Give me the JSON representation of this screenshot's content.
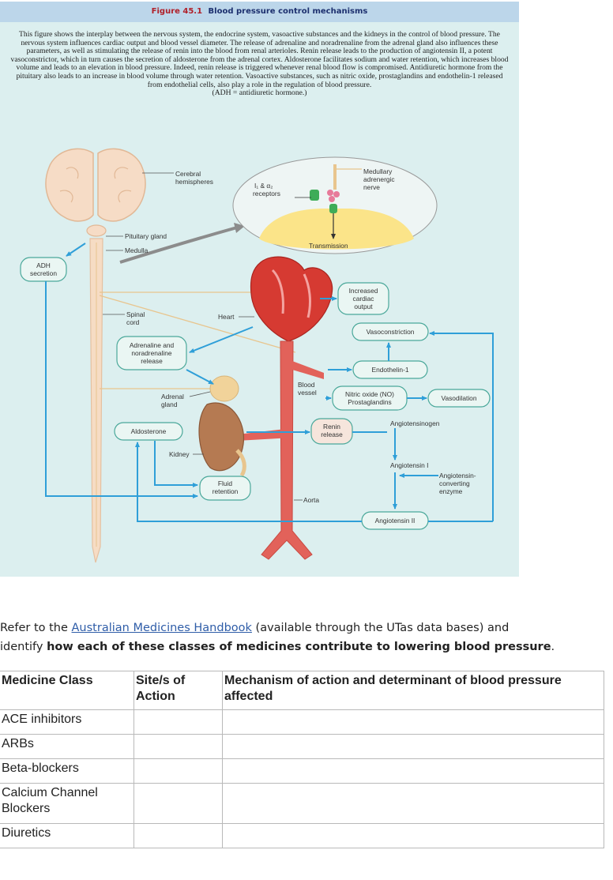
{
  "figure": {
    "number": "Figure 45.1",
    "title": "Blood pressure control mechanisms",
    "caption": "This figure shows the interplay between the nervous system, the endocrine system, vasoactive substances and the kidneys in the control of blood pressure. The nervous system influences cardiac output and blood vessel diameter. The release of adrenaline and noradrenaline from the adrenal gland also influences these parameters, as well as stimulating the release of renin into the blood from renal arterioles. Renin release leads to the production of angiotensin II, a potent vasoconstrictor, which in turn causes the secretion of aldosterone from the adrenal cortex. Aldosterone facilitates sodium and water retention, which increases blood volume and leads to an elevation in blood pressure. Indeed, renin release is triggered whenever renal blood flow is compromised. Antidiuretic hormone from the pituitary also leads to an increase in blood volume through water retention. Vasoactive substances, such as nitric oxide, prostaglandins and endothelin-1 released from endothelial cells, also play a role in the regulation of blood pressure.",
    "caption_note": "(ADH = antidiuretic hormone.)",
    "labels": {
      "cerebral_1": "Cerebral",
      "cerebral_2": "hemispheres",
      "pituitary": "Pituitary gland",
      "medulla": "Medulla",
      "adh_1": "ADH",
      "adh_2": "secretion",
      "spinal_1": "Spinal",
      "spinal_2": "cord",
      "heart": "Heart",
      "adren_rel_1": "Adrenaline and",
      "adren_rel_2": "noradrenaline",
      "adren_rel_3": "release",
      "adrenal_1": "Adrenal",
      "adrenal_2": "gland",
      "aldosterone": "Aldosterone",
      "kidney": "Kidney",
      "fluid_1": "Fluid",
      "fluid_2": "retention",
      "aorta": "Aorta",
      "receptors_1": "I₁ & α₂",
      "receptors_2": "receptors",
      "medullary_1": "Medullary",
      "medullary_2": "adrenergic",
      "medullary_3": "nerve",
      "transmission": "Transmission",
      "increased_1": "Increased",
      "increased_2": "cardiac",
      "increased_3": "output",
      "vasoconstriction": "Vasoconstriction",
      "endothelin": "Endothelin-1",
      "blood_vessel_1": "Blood",
      "blood_vessel_2": "vessel",
      "no_1": "Nitric oxide (NO)",
      "no_2": "Prostaglandins",
      "vasodilation": "Vasodilation",
      "renin_1": "Renin",
      "renin_2": "release",
      "angiotensinogen": "Angiotensinogen",
      "angiotensin_i": "Angiotensin I",
      "ace_1": "Angiotensin-",
      "ace_2": "converting",
      "ace_3": "enzyme",
      "angiotensin_ii": "Angiotensin II"
    }
  },
  "instructions": {
    "line1_pre": "Refer to the ",
    "link_text": "Australian Medicines Handbook",
    "line1_post": " (available through the UTas data bases) and",
    "line2_pre": "identify ",
    "line2_bold": "how each of these classes of medicines contribute to lowering blood pressure",
    "line2_post": "."
  },
  "table": {
    "headers": [
      "Medicine Class",
      "Site/s of Action",
      "Mechanism of action and determinant of blood pressure affected"
    ],
    "rows": [
      {
        "class": "ACE inhibitors",
        "site": "",
        "mechanism": ""
      },
      {
        "class": "ARBs",
        "site": "",
        "mechanism": ""
      },
      {
        "class": "Beta-blockers",
        "site": "",
        "mechanism": ""
      },
      {
        "class": "Calcium Channel Blockers",
        "site": "",
        "mechanism": ""
      },
      {
        "class": "Diuretics",
        "site": "",
        "mechanism": ""
      }
    ]
  },
  "colors": {
    "figure_bg": "#dcefef",
    "title_bar": "#bcd6ea",
    "arrow_blue": "#2f9fd8",
    "box_border": "#4aa89a",
    "spinal_cord": "#f6dcc4",
    "artery": "#e2625a",
    "nerve_line": "#e8c58e"
  }
}
